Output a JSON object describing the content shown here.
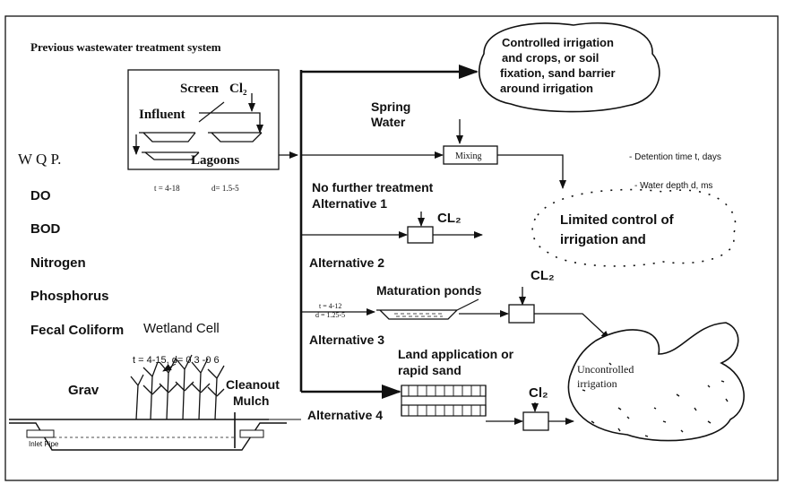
{
  "title": "Previous wastewater treatment system",
  "lagoon_box": {
    "screen": "Screen",
    "cl2": "Cl₂",
    "influent": "Influent",
    "lagoons": "Lagoons",
    "t_label": "t = 4-18",
    "d_label": "d= 1.5-5"
  },
  "wqp": {
    "heading": "W Q P.",
    "items": [
      "DO",
      "BOD",
      "Nitrogen",
      "Phosphorus",
      "Fecal Coliform"
    ]
  },
  "controlled_cloud": {
    "line1": "Controlled irrigation",
    "line2": "and crops, or soil",
    "line3": "fixation, sand barrier",
    "line4": "around irrigation"
  },
  "spring_water": {
    "line1": "Spring",
    "line2": "Water"
  },
  "mixing": "Mixing",
  "legend": {
    "detention": "- Detention time t, days",
    "depth": "- Water depth d, ms"
  },
  "limited_cloud": {
    "line1": "Limited control of",
    "line2": "irrigation and"
  },
  "alternatives": {
    "no_treatment": "No further treatment",
    "alt1": "Alternative 1",
    "alt1_cl": "CL₂",
    "alt2": "Alternative 2",
    "maturation": "Maturation ponds",
    "mat_t": "t = 4-12",
    "mat_d": "d = 1.25-5",
    "alt2_cl": "CL₂",
    "alt3": "Alternative 3",
    "land_line1": "Land application or",
    "land_line2": "rapid sand",
    "alt4_cl": "Cl₂",
    "alt4": "Alternative 4"
  },
  "uncontrolled": {
    "line1": "Uncontrolled",
    "line2": "irrigation"
  },
  "wetland": {
    "title": "Wetland Cell",
    "params": "t = 4-15,  d= 0 3 -0 6",
    "grav": "Grav",
    "cleanout": "Cleanout",
    "mulch": "Mulch",
    "inlet": "Inlet Pipe"
  }
}
